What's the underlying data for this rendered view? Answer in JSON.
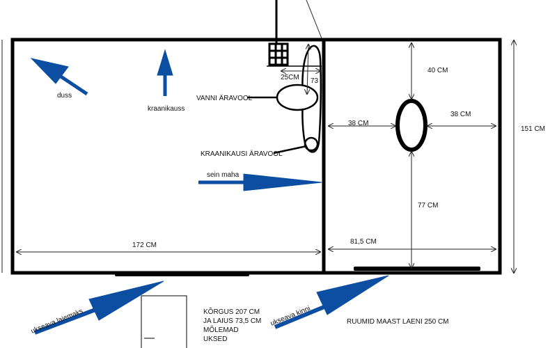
{
  "labels": {
    "duss": "duss",
    "kraanikauss": "kraanikauss",
    "vanni_aravool": "VANNI ÄRAVOOL",
    "kraanikausi_aravool": "KRAANIKAUSI ÄRAVOOL",
    "sein_maha": "sein maha",
    "ukseava_laiemaks": "ukseava laiemaks",
    "ukseava_kinni": "ukseava kinni",
    "ruumid": "RUUMID MAAST LAENI 250 CM",
    "door_note": [
      "KÕRGUS 207 CM",
      "JA LAIUS 73,5 CM",
      "MÕLEMAD",
      "UKSED"
    ]
  },
  "dimensions": {
    "w_left_room": "172 CM",
    "w_right_room": "81,5 CM",
    "height": "151 CM",
    "top_gap": "40 CM",
    "left_gap": "38  CM",
    "right_gap": "38 CM",
    "bottom_gap": "77 CM",
    "tub_width": "25CM",
    "tub_len": "73"
  },
  "colors": {
    "arrow": "#0b4ea2"
  }
}
